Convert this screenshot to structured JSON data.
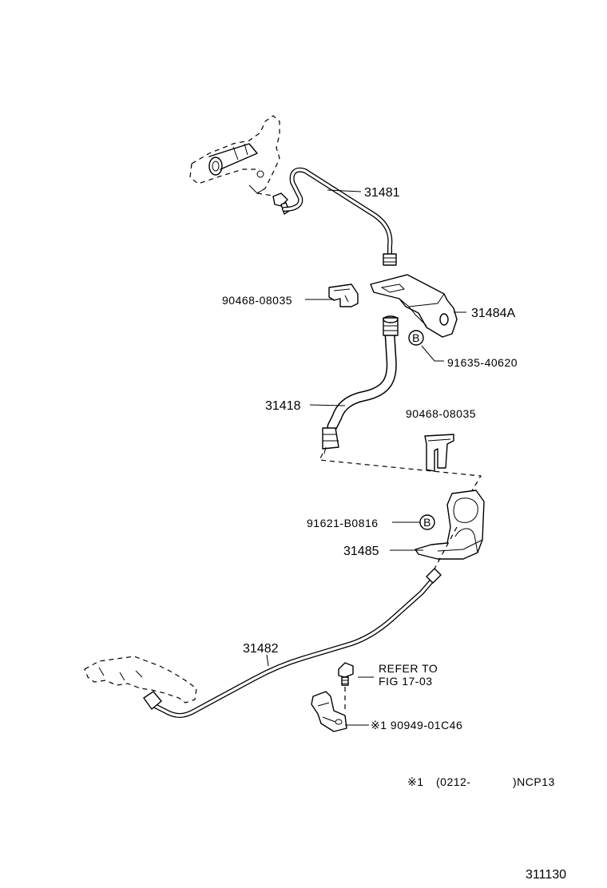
{
  "callouts": {
    "p31481": "31481",
    "p90468_top": "90468-08035",
    "p31484a": "31484A",
    "p91635": "91635-40620",
    "p31418": "31418",
    "p90468_mid": "90468-08035",
    "p91621": "91621-B0816",
    "p31485": "31485",
    "p31482": "31482",
    "refer_line1": "REFER TO",
    "refer_line2": "FIG 17-03",
    "p90949": "※1 90949-01C46",
    "b_marker": "B"
  },
  "footnote": {
    "mark": "※1",
    "text": "(0212-",
    "model": ")NCP13"
  },
  "figure_number": "311130"
}
